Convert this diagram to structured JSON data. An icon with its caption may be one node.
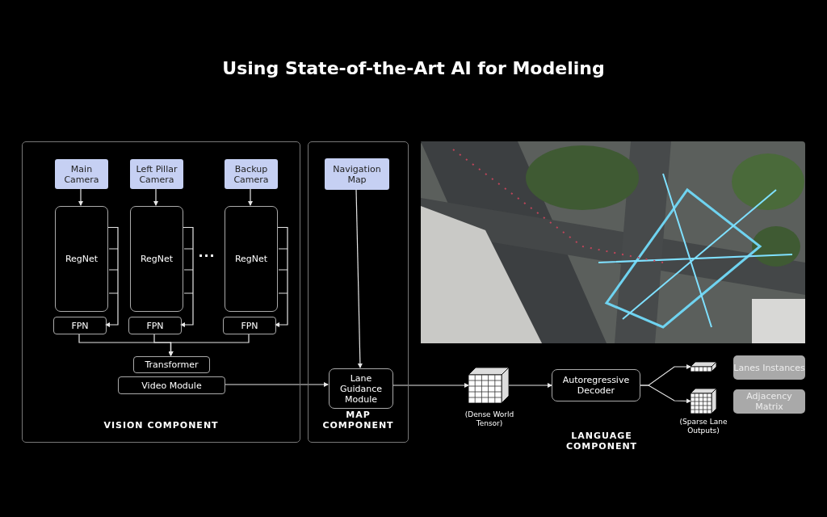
{
  "diagram": {
    "title": "Using State-of-the-Art AI for Modeling",
    "nodes": [
      {
        "text": [
          "VISION COMPONENT"
        ]
      },
      {
        "text": [
          "Main Camera"
        ],
        "in": 0
      },
      {
        "text": [
          "Left Pillar Camera"
        ],
        "in": 0
      },
      {
        "text": [
          "Backup Camera"
        ],
        "in": 0
      },
      {
        "text": [
          "RegNet"
        ],
        "in": 0
      },
      {
        "text": [
          "RegNet"
        ],
        "in": 0
      },
      {
        "text": [
          "RegNet"
        ],
        "in": 0
      },
      {
        "text": [
          "FPN"
        ],
        "in": 0
      },
      {
        "text": [
          "FPN"
        ],
        "in": 0
      },
      {
        "text": [
          "FPN"
        ],
        "in": 0
      },
      {
        "text": [
          "Transformer"
        ],
        "in": 0
      },
      {
        "text": [
          "Video Module"
        ],
        "in": 0
      },
      {
        "text": [
          "MAP COMPONENT"
        ]
      },
      {
        "text": [
          "Navigation Map"
        ],
        "in": 12
      },
      {
        "text": [
          "Lane Guidance Module"
        ],
        "in": 12
      },
      {
        "text": [],
        "shape": "box",
        "beside": [
          "(Dense World Tensor)"
        ]
      },
      {
        "text": [
          "Autoregressive Decoder"
        ]
      },
      {
        "text": [],
        "shape": "box"
      },
      {
        "text": [],
        "shape": "box",
        "beside": [
          "(Sparse Lane Outputs)"
        ]
      },
      {
        "text": [
          "Lanes Instances"
        ]
      },
      {
        "text": [
          "Adjacency Matrix"
        ]
      }
    ],
    "edges": [
      {
        "from": 1,
        "to": 4,
        "arrow": "to"
      },
      {
        "from": 2,
        "to": 5,
        "arrow": "to"
      },
      {
        "from": 3,
        "to": 6,
        "arrow": "to"
      },
      {
        "from": 4,
        "to": 7,
        "arrow": "to"
      },
      {
        "from": 5,
        "to": 8,
        "arrow": "to"
      },
      {
        "from": 6,
        "to": 9,
        "arrow": "to"
      },
      {
        "from": 7,
        "to": 10,
        "arrow": "to"
      },
      {
        "from": 8,
        "to": 10,
        "arrow": "to"
      },
      {
        "from": 9,
        "to": 10,
        "arrow": "to"
      },
      {
        "from": 11,
        "to": 14,
        "arrow": "to"
      },
      {
        "from": 13,
        "to": 14,
        "arrow": "to"
      },
      {
        "from": 14,
        "to": 15,
        "arrow": "to"
      },
      {
        "from": 15,
        "to": 16,
        "arrow": "to"
      },
      {
        "from": 16,
        "to": 17,
        "arrow": "to"
      },
      {
        "from": 16,
        "to": 18,
        "arrow": "to"
      }
    ],
    "labels": [
      "...",
      "LANGUAGE COMPONENT"
    ]
  }
}
